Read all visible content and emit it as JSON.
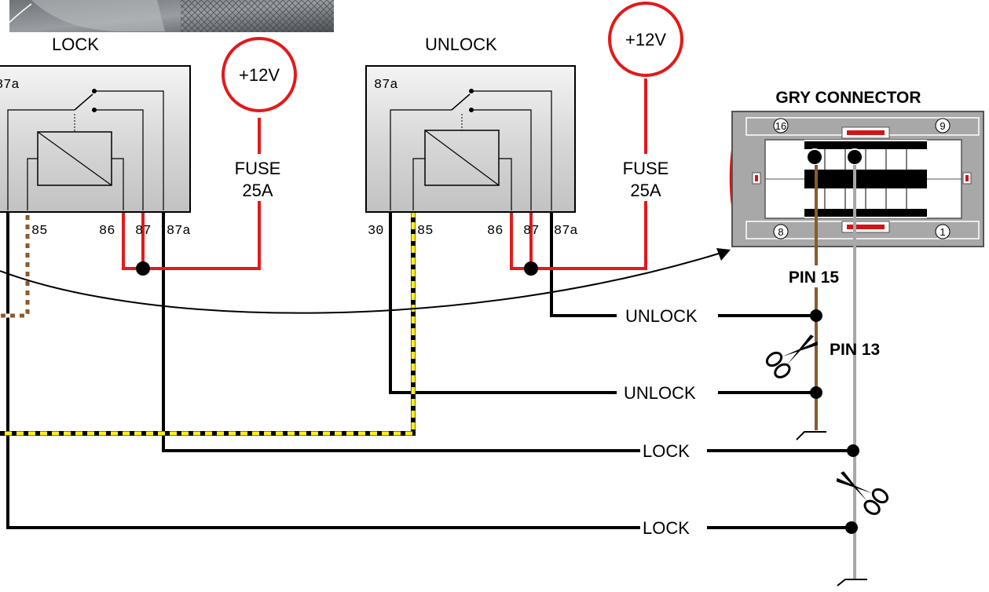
{
  "relays": {
    "lock": {
      "title": "LOCK",
      "pin_87a_top": "87a",
      "pin_30": "",
      "pin_85": "85",
      "pin_86": "86",
      "pin_87": "87",
      "pin_87a": "87a"
    },
    "unlock": {
      "title": "UNLOCK",
      "pin_87a_top": "87a",
      "pin_30": "30",
      "pin_85": "85",
      "pin_86": "86",
      "pin_87": "87",
      "pin_87a": "87a"
    }
  },
  "power": {
    "lock": {
      "label": "+12V",
      "fuse_line1": "FUSE",
      "fuse_line2": "25A"
    },
    "unlock": {
      "label": "+12V",
      "fuse_line1": "FUSE",
      "fuse_line2": "25A"
    }
  },
  "connector": {
    "title": "GRY CONNECTOR",
    "pin_top_left": "16",
    "pin_top_right": "9",
    "pin_bottom_left": "8",
    "pin_bottom_right": "1"
  },
  "pins": {
    "pin15": "PIN 15",
    "pin13": "PIN 13"
  },
  "wire_labels": {
    "unlock_1": "UNLOCK",
    "unlock_2": "UNLOCK",
    "lock_1": "LOCK",
    "lock_2": "LOCK"
  },
  "colors": {
    "relay_fill": "#d9d9d9",
    "power_red": "#e21a1a",
    "brown": "#8b5a2b",
    "yellow": "#ffef1a",
    "gray_wire": "#a8a8a8",
    "connector_red": "#d01515"
  },
  "icons": [
    "scissors-icon",
    "ground-break-icon",
    "relay-coil-icon",
    "relay-switch-icon",
    "photo-thumbnail"
  ]
}
